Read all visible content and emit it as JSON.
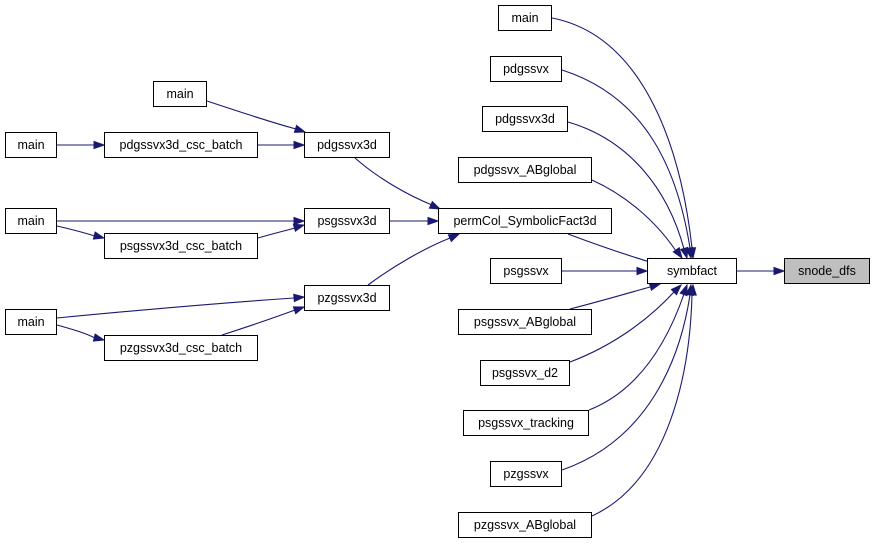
{
  "colors": {
    "edge": "#191970",
    "node_border": "#000000",
    "node_fill": "#ffffff",
    "highlight_fill": "#bfbfbf"
  },
  "nodes": {
    "n_main_a": "main",
    "n_main_b": "main",
    "n_main_c": "main",
    "n_main_d": "main",
    "n_main_e": "main",
    "n_pdgssvx3d_csc_batch": "pdgssvx3d_csc_batch",
    "n_pdgssvx3d_left": "pdgssvx3d",
    "n_psgssvx3d": "psgssvx3d",
    "n_psgssvx3d_csc_batch": "psgssvx3d_csc_batch",
    "n_pzgssvx3d": "pzgssvx3d",
    "n_pzgssvx3d_csc_batch": "pzgssvx3d_csc_batch",
    "n_permcol": "permCol_SymbolicFact3d",
    "n_pdgssvx": "pdgssvx",
    "n_pdgssvx3d_mid": "pdgssvx3d",
    "n_pdgssvx_abglobal": "pdgssvx_ABglobal",
    "n_psgssvx": "psgssvx",
    "n_psgssvx_abglobal": "psgssvx_ABglobal",
    "n_psgssvx_d2": "psgssvx_d2",
    "n_psgssvx_tracking": "psgssvx_tracking",
    "n_pzgssvx": "pzgssvx",
    "n_pzgssvx_abglobal": "pzgssvx_ABglobal",
    "n_symbfact": "symbfact",
    "n_snode_dfs": "snode_dfs"
  }
}
